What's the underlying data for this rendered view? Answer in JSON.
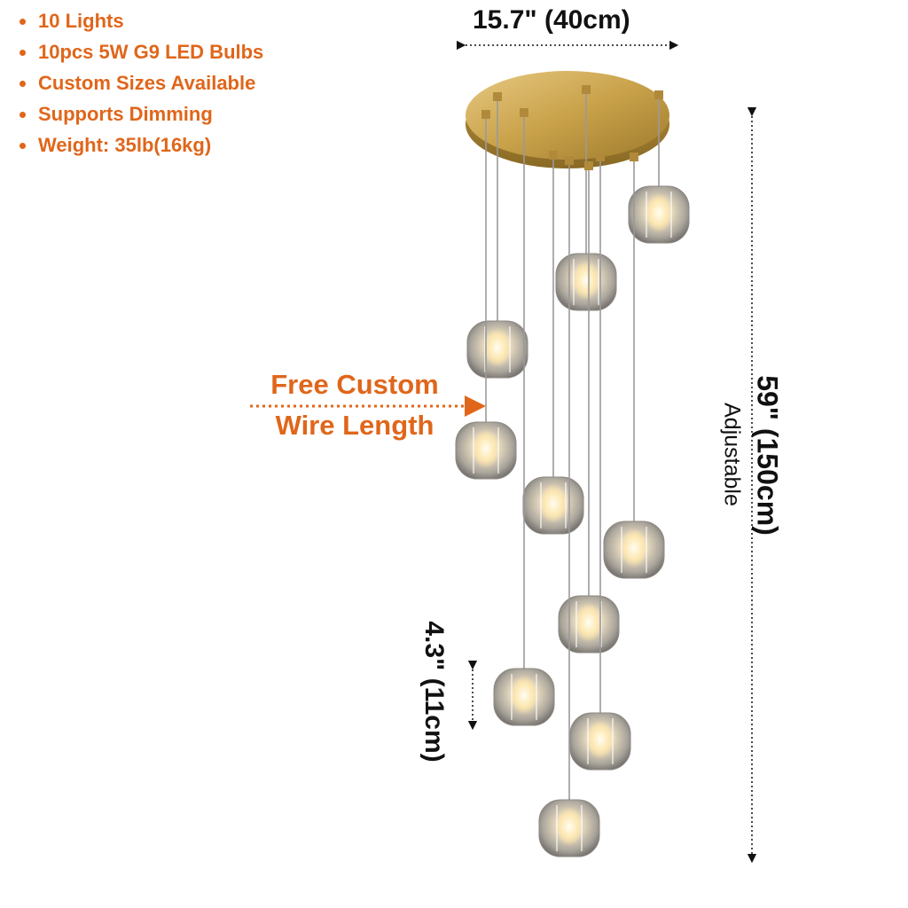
{
  "specs": {
    "items": [
      "10 Lights",
      "10pcs 5W G9 LED Bulbs",
      "Custom Sizes Available",
      "Supports Dimming",
      "Weight: 35lb(16kg)"
    ]
  },
  "dimensions": {
    "canopy_width": "15.7\" (40cm)",
    "total_height": "59\" (150cm)",
    "adjustable": "Adjustable",
    "shade_height": "4.3\" (11cm)"
  },
  "callout": {
    "line1": "Free Custom",
    "line2": "Wire Length"
  },
  "colors": {
    "accent": "#e0661a",
    "dimension_text": "#111111",
    "brass": "#c9a24a"
  }
}
